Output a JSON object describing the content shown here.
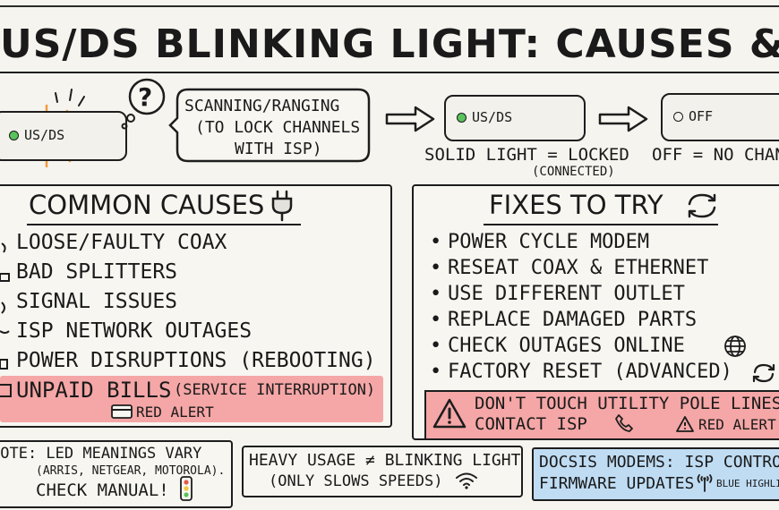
{
  "title": "US/DS BLINKING LIGHT: CAUSES & FIXES",
  "top": {
    "modem1_led": "US/DS",
    "question_mark": "?",
    "bubble_lines": [
      "SCANNING/RANGING",
      "(TO LOCK CHANNELS",
      "WITH ISP)"
    ],
    "modem2_led": "US/DS",
    "modem2_caption": "SOLID LIGHT = LOCKED",
    "modem2_subcaption": "(CONNECTED)",
    "modem3_led": "OFF",
    "modem3_caption": "OFF = NO CHANNEL"
  },
  "causes": {
    "title": "COMMON CAUSES",
    "items": [
      "LOOSE/FAULTY COAX",
      "BAD SPLITTERS",
      "SIGNAL ISSUES",
      "ISP NETWORK OUTAGES",
      "POWER DISRUPTIONS (REBOOTING)"
    ],
    "alert_main": "UNPAID BILLS",
    "alert_paren": "(SERVICE INTERRUPTION)",
    "alert_tag": "RED ALERT"
  },
  "fixes": {
    "title": "FIXES TO TRY",
    "items": [
      "POWER CYCLE MODEM",
      "RESEAT COAX & ETHERNET",
      "USE DIFFERENT OUTLET",
      "REPLACE DAMAGED PARTS",
      "CHECK OUTAGES ONLINE",
      "FACTORY RESET (ADVANCED)"
    ],
    "warning_line1": "DON'T TOUCH UTILITY POLE LINES",
    "warning_line2": "CONTACT ISP",
    "warning_tag": "RED ALERT"
  },
  "bottom": {
    "note_line1": "NOTE: LED MEANINGS VARY",
    "note_line2": "(ARRIS, NETGEAR, MOTOROLA).",
    "note_line3": "CHECK MANUAL!",
    "usage_line1": "HEAVY USAGE ≠ BLINKING LIGHT",
    "usage_line2": "(ONLY SLOWS SPEEDS)",
    "docsis_line1": "DOCSIS MODEMS: ISP CONTROLS",
    "docsis_line2": "FIRMWARE UPDATES",
    "docsis_tag": "BLUE HIGHLIGHT"
  },
  "colors": {
    "red_alert_fill": "#f5a6a6",
    "blue_highlight_fill": "#bfdcf3",
    "led_green": "#58c45b",
    "blink_orange": "#f29a3a"
  }
}
